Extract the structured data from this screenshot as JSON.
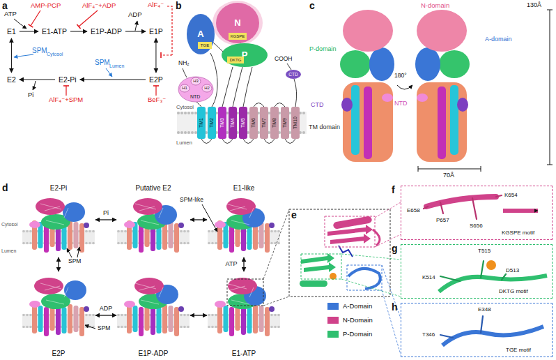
{
  "diagram": {
    "nodes": [
      {
        "text": [
          "E1"
        ]
      },
      {
        "text": [
          "E1-ATP"
        ]
      },
      {
        "text": [
          "E1P-ADP"
        ]
      },
      {
        "text": [
          "E1P"
        ]
      },
      {
        "text": [
          "E2P"
        ]
      },
      {
        "text": [
          "E2-Pi"
        ]
      },
      {
        "text": [
          "E2"
        ]
      },
      {
        "text": [
          "A"
        ]
      },
      {
        "text": [
          "TGE"
        ],
        "in": 7
      },
      {
        "text": [
          "N"
        ]
      },
      {
        "text": [
          "KGSPE"
        ],
        "in": 9
      },
      {
        "text": [
          "P"
        ]
      },
      {
        "text": [
          "DKTG"
        ],
        "in": 11
      },
      {
        "text": [
          "NTD"
        ]
      },
      {
        "text": [
          "H1"
        ],
        "in": 13
      },
      {
        "text": [
          "H2"
        ],
        "in": 13
      },
      {
        "text": [
          "H3"
        ],
        "in": 13
      },
      {
        "text": [
          "TM1"
        ]
      },
      {
        "text": [
          "TM2"
        ]
      },
      {
        "text": [
          "TM3"
        ]
      },
      {
        "text": [
          "TM4"
        ]
      },
      {
        "text": [
          "TM5"
        ]
      },
      {
        "text": [
          "TM6"
        ]
      },
      {
        "text": [
          "TM7"
        ]
      },
      {
        "text": [
          "TM8"
        ]
      },
      {
        "text": [
          "TM9"
        ]
      },
      {
        "text": [
          "TM10"
        ]
      },
      {
        "text": [
          "CTD"
        ]
      },
      {
        "text": [
          "E2-Pi"
        ]
      },
      {
        "text": [
          "Putative E2"
        ]
      },
      {
        "text": [
          "E1-like"
        ]
      },
      {
        "text": [
          "E2P"
        ]
      },
      {
        "text": [
          "E1P-ADP"
        ]
      },
      {
        "text": [
          "E1-ATP"
        ]
      },
      {
        "text": [
          "E658",
          "P657",
          "S656",
          "K654",
          "KGSPE motif"
        ]
      },
      {
        "text": [
          "T515",
          "K514",
          "D513",
          "DKTG motif"
        ]
      },
      {
        "text": [
          "E348",
          "T346",
          "TGE motif"
        ]
      }
    ],
    "edges": [
      {
        "from": 0,
        "to": 1,
        "arrow": "to"
      },
      {
        "from": 1,
        "to": 2,
        "arrow": "to"
      },
      {
        "from": 2,
        "to": 3,
        "arrow": "to"
      },
      {
        "from": 3,
        "to": 4,
        "arrow": "both"
      },
      {
        "from": 4,
        "to": 5,
        "arrow": "to"
      },
      {
        "from": 5,
        "to": 6,
        "arrow": "to"
      },
      {
        "from": 6,
        "to": 0,
        "arrow": "both"
      },
      {
        "from": 28,
        "to": 29,
        "label": "Pi",
        "arrow": "both"
      },
      {
        "from": 29,
        "to": 30,
        "arrow": "both"
      },
      {
        "from": 30,
        "to": 33,
        "label": "ATP",
        "arrow": "both"
      },
      {
        "from": 33,
        "to": 32,
        "arrow": "both"
      },
      {
        "from": 32,
        "to": 31,
        "label": "ADP",
        "arrow": "both"
      },
      {
        "from": 31,
        "to": 28,
        "arrow": "both"
      }
    ],
    "labels": [
      "a",
      "ATP",
      "AMP-PCP",
      "AlF₄⁻+ADP",
      "ADP",
      "AlF₄⁻",
      "SPM",
      "Cytosol",
      "Pi",
      "AlF₄⁻+SPM",
      "SPM",
      "Lumen",
      "BeF₃⁻",
      "b",
      "NH₂",
      "COOH",
      "Cytosol",
      "Lumen",
      "c",
      "N-domain",
      "P-domain",
      "A-domain",
      "CTD",
      "NTD",
      "TM domain",
      "180°",
      "130Å",
      "70Å",
      "d",
      "Cytosol",
      "Lumen",
      "SPM",
      "SPM-like",
      "SPM",
      "e",
      "f",
      "g",
      "h"
    ],
    "legend": [
      {
        "text": "A-Domain",
        "color": "#3a76d6"
      },
      {
        "text": "N-Domain",
        "color": "#d0428a"
      },
      {
        "text": "P-Domain",
        "color": "#2fbf6f"
      }
    ]
  }
}
